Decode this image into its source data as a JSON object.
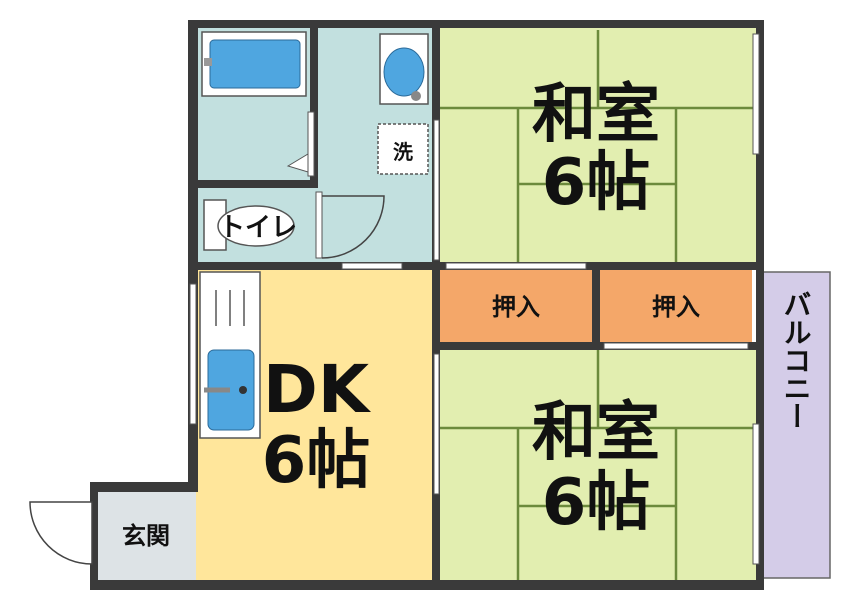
{
  "rooms": {
    "washitsu_top": {
      "name": "和室",
      "size": "6帖",
      "color": "#e2eeb0"
    },
    "washitsu_bottom": {
      "name": "和室",
      "size": "6帖",
      "color": "#e2eeb0"
    },
    "dk": {
      "name": "DK",
      "size": "6帖",
      "color": "#ffe69b"
    },
    "oshiire_left": {
      "name": "押入",
      "color": "#f4a769"
    },
    "oshiire_right": {
      "name": "押入",
      "color": "#f4a769"
    },
    "toilet": {
      "name": "トイレ",
      "color": "#c2e0df"
    },
    "wash": {
      "name": "洗"
    },
    "genkan": {
      "name": "玄関",
      "color": "#dde3e6"
    },
    "balcony": {
      "name": "バルコニー",
      "color": "#d4cce8"
    }
  },
  "colors": {
    "wall": "#3a3a3a",
    "wet_area": "#c2e0df",
    "tatami_line": "#6c8a3c"
  }
}
